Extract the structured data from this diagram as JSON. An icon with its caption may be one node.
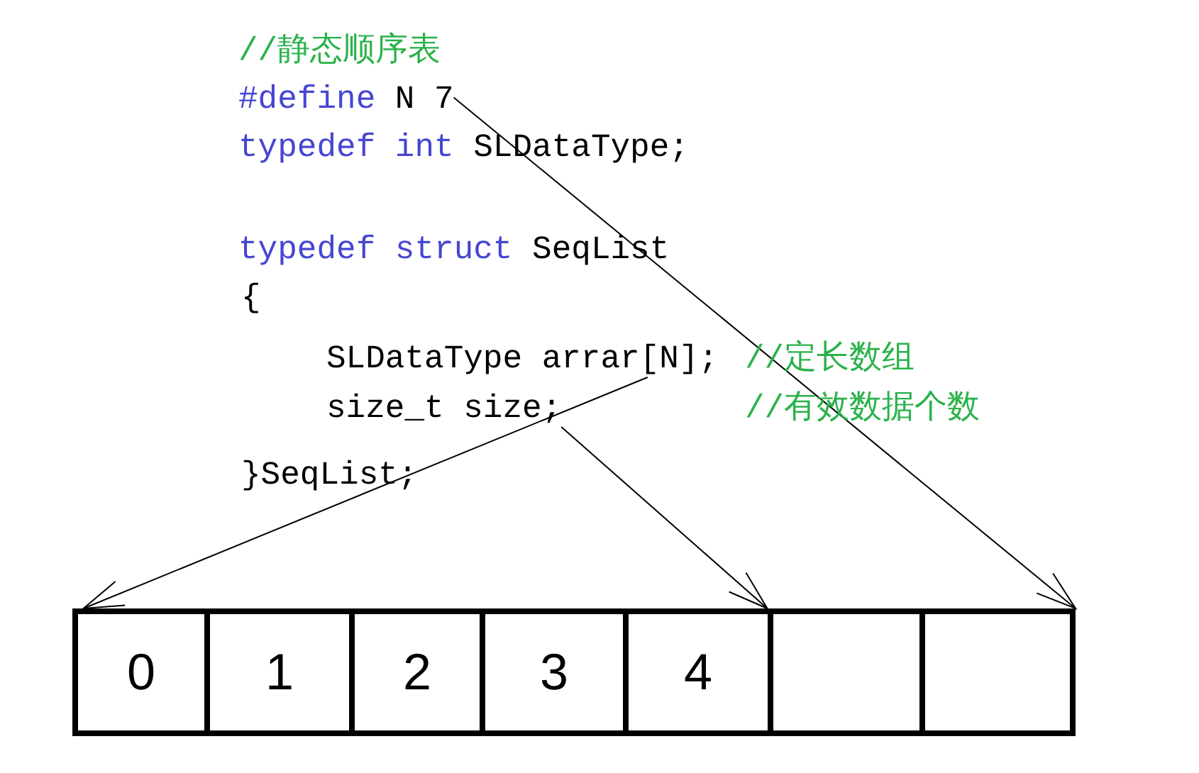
{
  "diagram": {
    "nodes": [
      {
        "text": [
          "#define N 7"
        ]
      },
      {
        "text": [
          "SLDataType arrar[N];"
        ]
      },
      {
        "text": [
          "size_t size;"
        ]
      },
      {
        "text": [
          "0"
        ]
      },
      {
        "text": [
          "1"
        ]
      },
      {
        "text": [
          "2"
        ]
      },
      {
        "text": [
          "3"
        ]
      },
      {
        "text": [
          "4"
        ]
      },
      {
        "text": [],
        "shape": "box"
      },
      {
        "text": [],
        "shape": "box"
      }
    ],
    "edges": [
      {
        "from": 0,
        "to": 9,
        "arrow": "to"
      },
      {
        "from": 1,
        "to": 3,
        "arrow": "to"
      },
      {
        "from": 2,
        "to": 7,
        "arrow": "to"
      }
    ],
    "labels": [
      "//静态顺序表",
      "typedef int SLDataType;",
      "typedef struct SeqList",
      "{",
      "//定长数组",
      "//有效数据个数",
      "}SeqList;"
    ]
  }
}
